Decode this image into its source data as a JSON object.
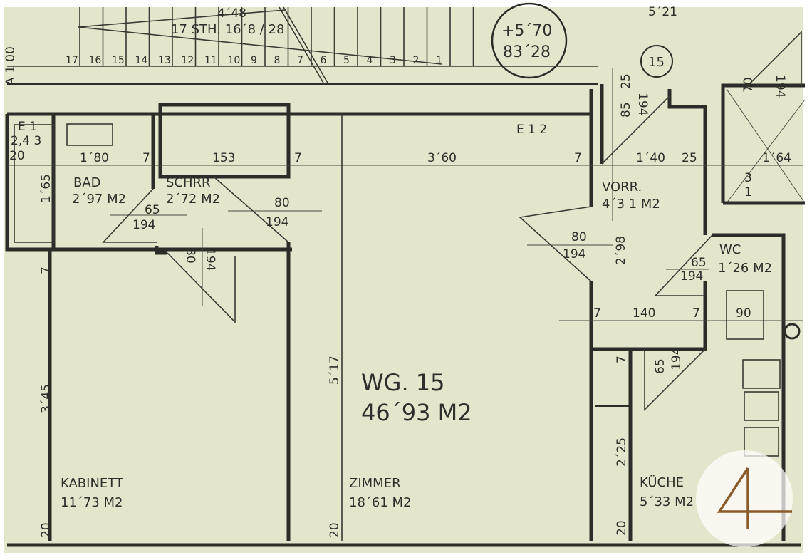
{
  "plan": {
    "unit_label": "WG. 15",
    "unit_area": "46´93 M2",
    "unit_number_badge": "15",
    "level_badge": {
      "elevation": "+5´70",
      "absolute": "83´28"
    },
    "stair_label": "17 STH. 16´8 / 28",
    "stair_top_dim": "4´48",
    "stair_steps": [
      "17",
      "16",
      "15",
      "14",
      "13",
      "12",
      "11",
      "10",
      "9",
      "8",
      "7",
      "6",
      "5",
      "4",
      "3",
      "2",
      "1"
    ],
    "top_dim": "5´21",
    "left_edge_text": "A 1 00",
    "rooms": [
      {
        "name": "BAD",
        "area": "2´97 M2"
      },
      {
        "name": "SCHRR",
        "area": "2´72 M2"
      },
      {
        "name": "KABINETT",
        "area": "11´73 M2"
      },
      {
        "name": "ZIMMER",
        "area": "18´61 M2"
      },
      {
        "name": "VORR.",
        "area": "4´3 1 M2"
      },
      {
        "name": "WC",
        "area": "1´26 M2"
      },
      {
        "name": "KÜCHE",
        "area": "5´33 M2"
      }
    ],
    "shaft_labels": {
      "e12": "E 1 2",
      "e1_left": "E 1",
      "left_243": "2,4 3",
      "left_20": "20",
      "right_3": "3",
      "right_1": "1"
    },
    "dimensions": {
      "bad_width": "1´80",
      "bad_depth": "1´65",
      "wall_7a": "7",
      "schrr_width": "153",
      "wall_7b": "7",
      "zimmer_width": "3´60",
      "wall_7c": "7",
      "vorr_width": "1´40",
      "vorr_25": "25",
      "right_164": "1´64",
      "door_bad_w": "65",
      "door_bad_h": "194",
      "door_schrr_w": "80",
      "door_schrr_h": "194",
      "door_kab_w": "80",
      "door_kab_h": "194",
      "kab_wall_7": "7",
      "kab_depth": "3´45",
      "kab_20": "20",
      "zimmer_depth": "5´17",
      "zimmer_20": "20",
      "door_entry_w": "85",
      "door_entry_25": "25",
      "door_entry_h": "194",
      "door_right_w": "70",
      "door_right_h": "194",
      "door_zimmer_w": "80",
      "door_zimmer_h": "194",
      "vorr_depth": "2´98",
      "door_wc_w": "65",
      "door_wc_h": "194",
      "hall_7a": "7",
      "hall_140": "140",
      "hall_7b": "7",
      "wc_90": "90",
      "door_kitchen_w": "65",
      "door_kitchen_h": "194",
      "kitchen_7": "7",
      "kitchen_depth": "2´25",
      "kitchen_20": "20"
    }
  },
  "colors": {
    "paper": "#e4e6cc",
    "ink": "#2c2c28",
    "logo": "#8a5a2b"
  }
}
